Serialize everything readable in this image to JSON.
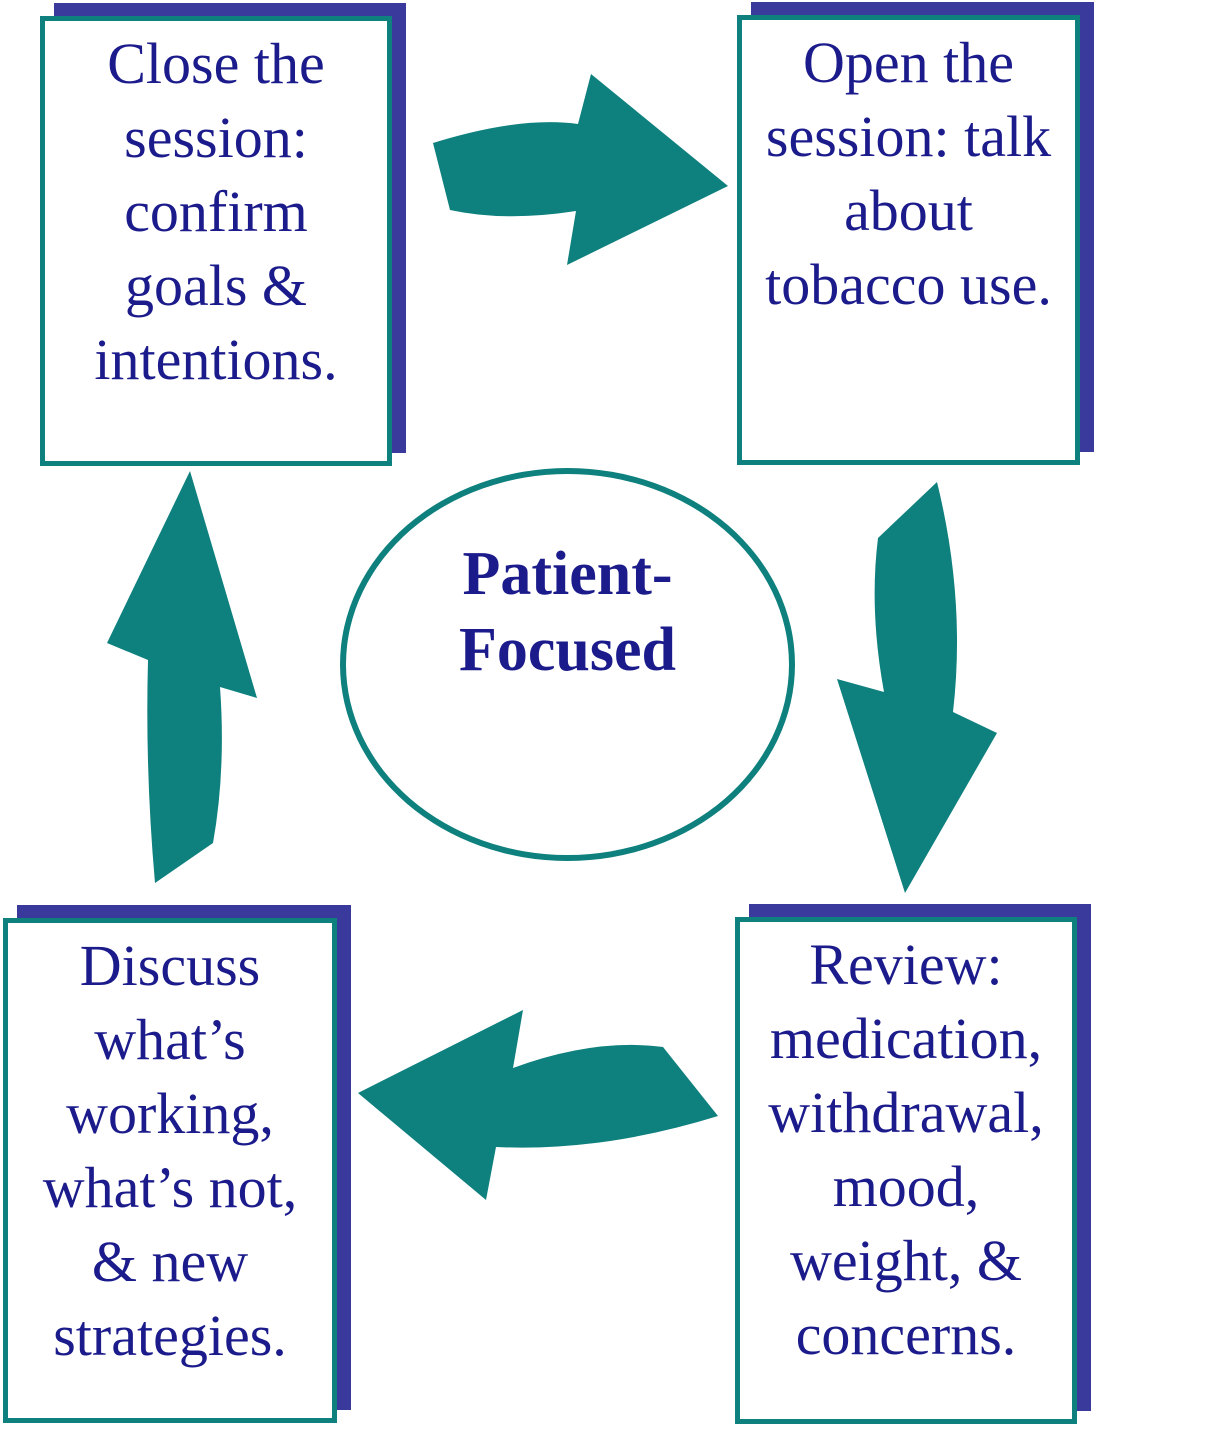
{
  "diagram": {
    "title_center": "Patient-\nFocused",
    "boxes": {
      "top_left": {
        "text": "Close the\nsession:\nconfirm\ngoals &\nintentions."
      },
      "top_right": {
        "text": "Open the\nsession: talk\nabout\ntobacco use."
      },
      "bottom_right": {
        "text": "Review:\nmedication,\nwithdrawal,\nmood,\nweight, &\nconcerns."
      },
      "bottom_left": {
        "text": "Discuss\nwhat’s\nworking,\nwhat’s not,\n& new\nstrategies."
      }
    },
    "arrows": [
      {
        "name": "arrow-top",
        "direction": "right"
      },
      {
        "name": "arrow-right",
        "direction": "down"
      },
      {
        "name": "arrow-bottom",
        "direction": "left"
      },
      {
        "name": "arrow-left",
        "direction": "up"
      }
    ],
    "colors": {
      "teal": "#0e807e",
      "shadow_navy": "#3a3a9c",
      "text_navy": "#1b1b8c",
      "background": "#ffffff"
    }
  }
}
